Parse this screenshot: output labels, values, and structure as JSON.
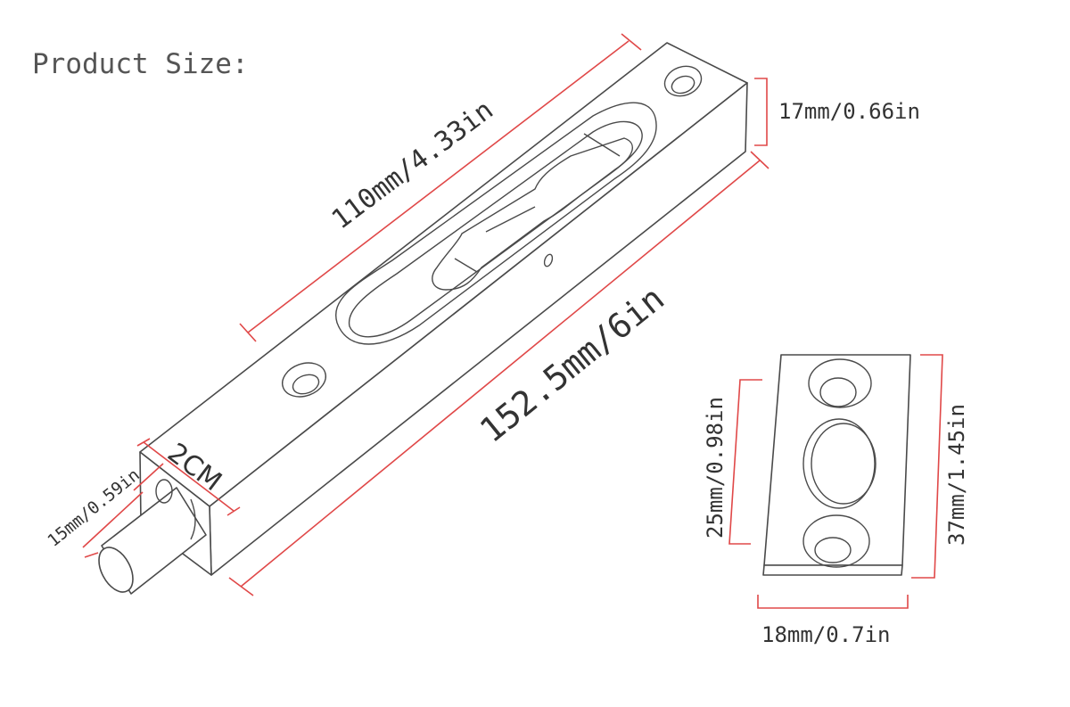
{
  "title": "Product Size:",
  "dimensions": {
    "total_length": "152.5mm/6in",
    "slot_length": "110mm/4.33in",
    "height": "17mm/0.66in",
    "width": "2CM",
    "pin_diameter": "15mm/0.59in",
    "plate_hole_spacing": "25mm/0.98in",
    "plate_height": "37mm/1.45in",
    "plate_width": "18mm/0.7in"
  },
  "colors": {
    "dimension_line": "#e04848",
    "outline": "#4a4a4a",
    "text": "#333333"
  }
}
